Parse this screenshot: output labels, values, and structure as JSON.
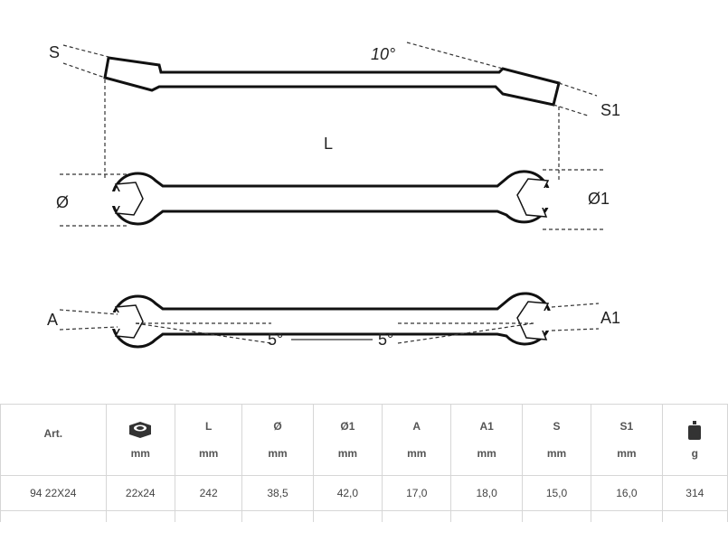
{
  "drawing": {
    "labels": {
      "s": "S",
      "s1": "S1",
      "angle_top": "10°",
      "length": "L",
      "dia": "Ø",
      "dia1": "Ø1",
      "a": "A",
      "a1": "A1",
      "angle_left": "5°",
      "angle_right": "5°"
    }
  },
  "table": {
    "headers": [
      {
        "symbol": "Art.",
        "unit": "",
        "icon": ""
      },
      {
        "symbol": "",
        "unit": "mm",
        "icon": "hex-nut-icon"
      },
      {
        "symbol": "L",
        "unit": "mm",
        "icon": ""
      },
      {
        "symbol": "Ø",
        "unit": "mm",
        "icon": ""
      },
      {
        "symbol": "Ø1",
        "unit": "mm",
        "icon": ""
      },
      {
        "symbol": "A",
        "unit": "mm",
        "icon": ""
      },
      {
        "symbol": "A1",
        "unit": "mm",
        "icon": ""
      },
      {
        "symbol": "S",
        "unit": "mm",
        "icon": ""
      },
      {
        "symbol": "S1",
        "unit": "mm",
        "icon": ""
      },
      {
        "symbol": "",
        "unit": "g",
        "icon": "weight-icon"
      }
    ],
    "rows": [
      [
        "94 22X24",
        "22x24",
        "242",
        "38,5",
        "42,0",
        "17,0",
        "18,0",
        "15,0",
        "16,0",
        "314"
      ]
    ]
  }
}
